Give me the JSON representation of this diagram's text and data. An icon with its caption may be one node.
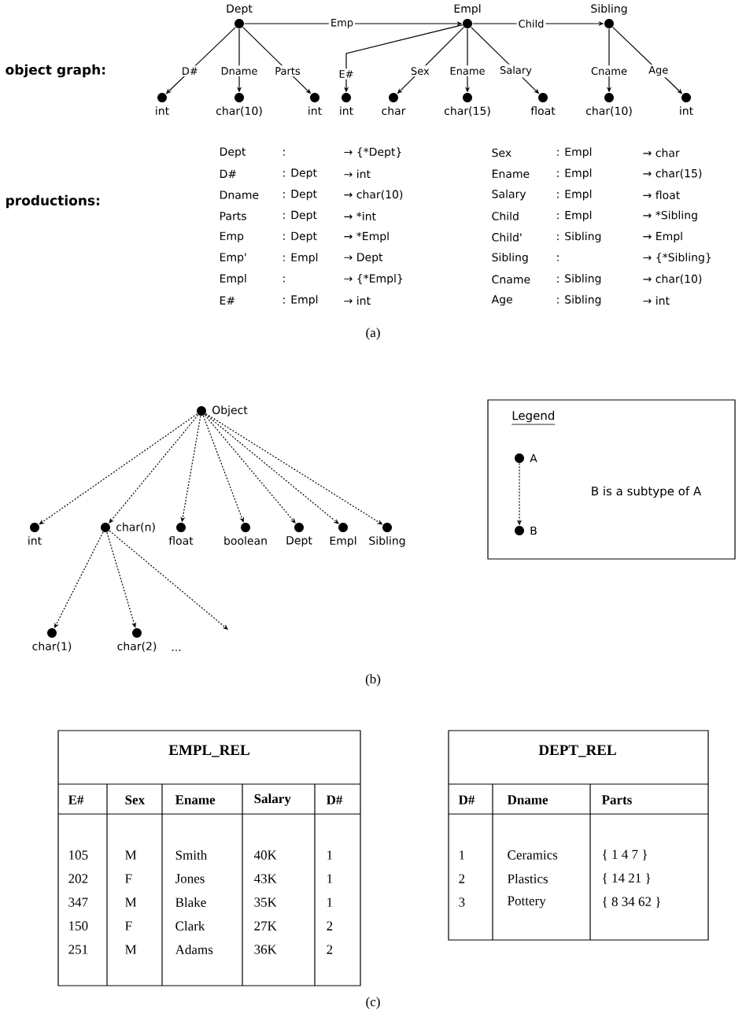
{
  "diagram": {
    "nodes": [
      {
        "text": [],
        "shape": "circle",
        "beside": [
          "Dept"
        ]
      },
      {
        "text": [],
        "shape": "circle",
        "beside": [
          "Empl"
        ]
      },
      {
        "text": [],
        "shape": "circle",
        "beside": [
          "Sibling"
        ]
      },
      {
        "text": [],
        "shape": "circle",
        "beside": [
          "int"
        ]
      },
      {
        "text": [],
        "shape": "circle",
        "beside": [
          "char(10)"
        ]
      },
      {
        "text": [],
        "shape": "circle",
        "beside": [
          "int"
        ]
      },
      {
        "text": [],
        "shape": "circle",
        "beside": [
          "int"
        ]
      },
      {
        "text": [],
        "shape": "circle",
        "beside": [
          "char"
        ]
      },
      {
        "text": [],
        "shape": "circle",
        "beside": [
          "char(15)"
        ]
      },
      {
        "text": [],
        "shape": "circle",
        "beside": [
          "float"
        ]
      },
      {
        "text": [],
        "shape": "circle",
        "beside": [
          "char(10)"
        ]
      },
      {
        "text": [],
        "shape": "circle",
        "beside": [
          "int"
        ]
      },
      {
        "text": [],
        "shape": "circle",
        "beside": [
          "Object"
        ]
      },
      {
        "text": [],
        "shape": "circle",
        "beside": [
          "int"
        ]
      },
      {
        "text": [],
        "shape": "circle",
        "beside": [
          "char(n)"
        ]
      },
      {
        "text": [],
        "shape": "circle",
        "beside": [
          "float"
        ]
      },
      {
        "text": [],
        "shape": "circle",
        "beside": [
          "boolean"
        ]
      },
      {
        "text": [],
        "shape": "circle",
        "beside": [
          "Dept"
        ]
      },
      {
        "text": [],
        "shape": "circle",
        "beside": [
          "Empl"
        ]
      },
      {
        "text": [],
        "shape": "circle",
        "beside": [
          "Sibling"
        ]
      },
      {
        "text": [],
        "shape": "circle",
        "beside": [
          "char(1)"
        ]
      },
      {
        "text": [],
        "shape": "circle",
        "beside": [
          "char(2)"
        ]
      },
      {
        "text": [
          "Legend",
          "B is a subtype of A"
        ]
      },
      {
        "text": [],
        "shape": "circle",
        "beside": [
          "A"
        ],
        "in": 22
      },
      {
        "text": [],
        "shape": "circle",
        "beside": [
          "B"
        ],
        "in": 22
      }
    ],
    "edges": [
      {
        "from": 0,
        "to": 1,
        "arrow": "to",
        "label": "Emp"
      },
      {
        "from": 1,
        "to": 2,
        "arrow": "to",
        "label": "Child"
      },
      {
        "from": 0,
        "to": 3,
        "arrow": "to",
        "label": "D#"
      },
      {
        "from": 0,
        "to": 4,
        "arrow": "to",
        "label": "Dname"
      },
      {
        "from": 0,
        "to": 5,
        "arrow": "to",
        "label": "Parts"
      },
      {
        "from": 1,
        "to": 6,
        "arrow": "to",
        "label": "E#"
      },
      {
        "from": 1,
        "to": 7,
        "arrow": "to",
        "label": "Sex"
      },
      {
        "from": 1,
        "to": 8,
        "arrow": "to",
        "label": "Ename"
      },
      {
        "from": 1,
        "to": 9,
        "arrow": "to",
        "label": "Salary"
      },
      {
        "from": 2,
        "to": 10,
        "arrow": "to",
        "label": "Cname"
      },
      {
        "from": 2,
        "to": 11,
        "arrow": "to",
        "label": "Age"
      },
      {
        "from": 12,
        "to": 13,
        "arrow": "to",
        "style": "dashed"
      },
      {
        "from": 12,
        "to": 14,
        "arrow": "to",
        "style": "dashed"
      },
      {
        "from": 12,
        "to": 15,
        "arrow": "to",
        "style": "dashed"
      },
      {
        "from": 12,
        "to": 16,
        "arrow": "to",
        "style": "dashed"
      },
      {
        "from": 12,
        "to": 17,
        "arrow": "to",
        "style": "dashed"
      },
      {
        "from": 12,
        "to": 18,
        "arrow": "to",
        "style": "dashed"
      },
      {
        "from": 12,
        "to": 19,
        "arrow": "to",
        "style": "dashed"
      },
      {
        "from": 14,
        "to": 20,
        "arrow": "to",
        "style": "dashed"
      },
      {
        "from": 14,
        "to": 21,
        "arrow": "to",
        "style": "dashed"
      },
      {
        "from": 14,
        "to": null,
        "arrow": "to",
        "style": "dashed"
      },
      {
        "from": 23,
        "to": 24,
        "arrow": "to",
        "style": "dashed"
      }
    ],
    "labels": [
      "object graph:",
      "productions:",
      "Dept",
      ":",
      "→ {*Dept}",
      "Sex",
      ": Empl",
      "→ char",
      "D#",
      ": Dept",
      "→ int",
      "Ename",
      ": Empl",
      "→ char(15)",
      "Dname",
      ": Dept",
      "→ char(10)",
      "Salary",
      ": Empl",
      "→ float",
      "Parts",
      ": Dept",
      "→ *int",
      "Child",
      ": Empl",
      "→ *Sibling",
      "Emp",
      ": Dept",
      "→ *Empl",
      "Child'",
      ": Sibling",
      "→ Empl",
      "Emp'",
      ": Empl",
      "→ Dept",
      "Sibling",
      ":",
      "→ {*Sibling}",
      "Empl",
      ":",
      "→ {*Empl}",
      "Cname",
      ": Sibling",
      "→ char(10)",
      "E#",
      ": Empl",
      "→ int",
      "Age",
      ": Sibling",
      "→ int",
      "(a)",
      "...",
      "(b)",
      "EMPL_REL",
      "E#",
      "Sex",
      "Ename",
      "Salary",
      "D#",
      "105",
      "M",
      "Smith",
      "40K",
      "1",
      "202",
      "F",
      "Jones",
      "43K",
      "1",
      "347",
      "M",
      "Blake",
      "35K",
      "1",
      "150",
      "F",
      "Clark",
      "27K",
      "2",
      "251",
      "M",
      "Adams",
      "36K",
      "2",
      "DEPT_REL",
      "D#",
      "Dname",
      "Parts",
      "1",
      "Ceramics",
      "{ 1 4 7 }",
      "2",
      "Plastics",
      "{ 14 21 }",
      "3",
      "Pottery",
      "{ 8 34 62 }",
      "(c)"
    ]
  }
}
